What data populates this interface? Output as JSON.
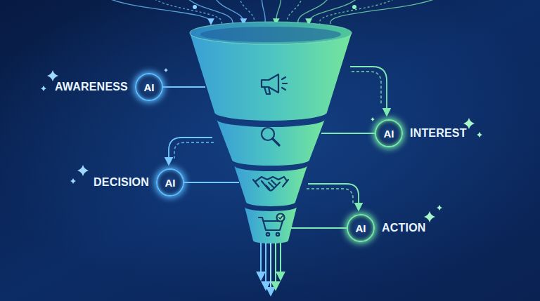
{
  "diagram": {
    "nodes": [
      {
        "text": [
          "AWARENESS",
          "AI"
        ]
      },
      {
        "text": [
          "AI",
          "INTEREST"
        ]
      },
      {
        "text": [
          "DECISION",
          "AI"
        ]
      },
      {
        "text": [
          "AI",
          "ACTION"
        ]
      }
    ]
  }
}
